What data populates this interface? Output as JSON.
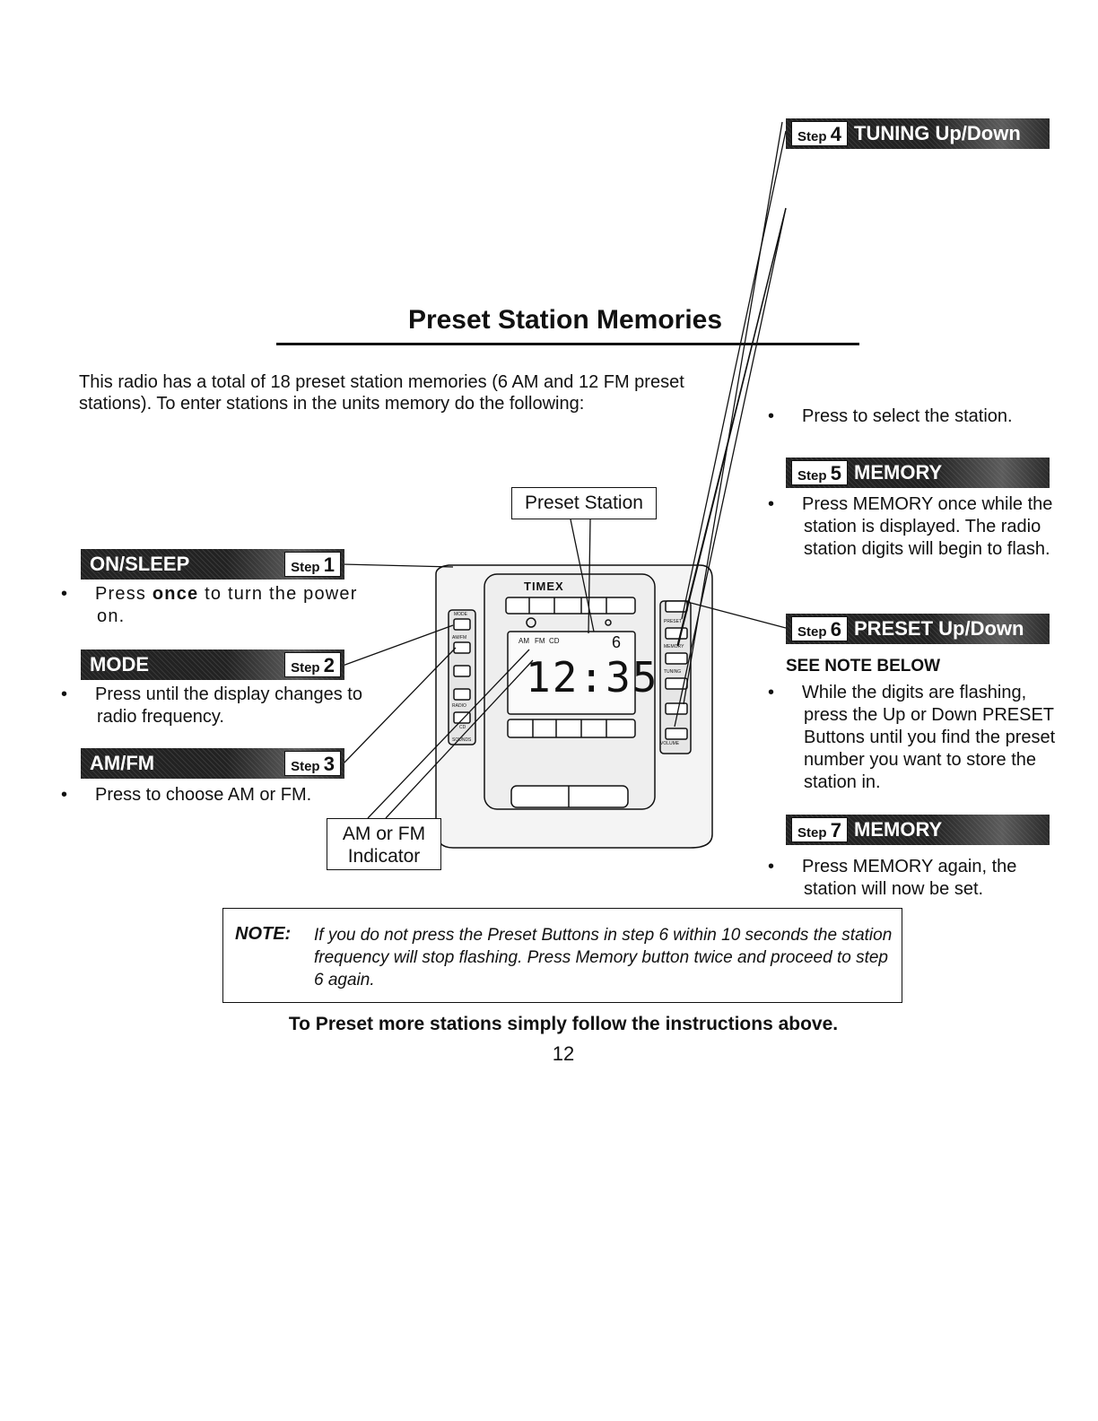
{
  "page": {
    "title": "Preset Station Memories",
    "intro": "This radio has a total of 18 preset station memories (6 AM and 12 FM preset stations). To enter stations in the units memory do the following:",
    "page_number": "12",
    "footer": "To Preset more stations simply follow the instructions above."
  },
  "steps": {
    "step1": {
      "badge": "Step",
      "num": "1",
      "label": "ON/SLEEP"
    },
    "step2": {
      "badge": "Step",
      "num": "2",
      "label": "MODE",
      "text": "Press until the display changes to radio frequency."
    },
    "step3": {
      "badge": "Step",
      "num": "3",
      "label": "AM/FM",
      "text": "Press to choose AM or FM."
    },
    "step4": {
      "badge": "Step",
      "num": "4",
      "label": "TUNING Up/Down",
      "text": "Press to select the station."
    },
    "step5": {
      "badge": "Step",
      "num": "5",
      "label": "MEMORY",
      "text": "Press MEMORY once while the station is displayed. The radio station digits will begin to flash."
    },
    "step6": {
      "badge": "Step",
      "num": "6",
      "label": "PRESET Up/Down",
      "subhead": "SEE NOTE BELOW",
      "text": "While the digits are flashing, press the Up or Down PRESET Buttons until you find the preset number you want to store the station in."
    },
    "step7": {
      "badge": "Step",
      "num": "7",
      "label": "MEMORY",
      "text": "Press MEMORY again, the station will now be set."
    }
  },
  "step1_text": {
    "pre": "Press ",
    "bold": "once",
    "post": " to turn the power on."
  },
  "callouts": {
    "preset": "Preset Station",
    "amfm_line1": "AM or FM",
    "amfm_line2": "Indicator"
  },
  "device": {
    "brand": "TIMEX",
    "display_time": "12:35",
    "display_preset": "6",
    "ind_am": "AM",
    "ind_fm": "FM",
    "ind_cd": "CD",
    "lbl_mode": "MODE",
    "lbl_amfm": "AM/FM",
    "lbl_radio": "RADIO",
    "lbl_cd": "CD",
    "lbl_sounds": "SOUNDS",
    "lbl_preset": "PRESET",
    "lbl_memory": "MEMORY",
    "lbl_tuning": "TUNING",
    "lbl_volume": "VOLUME"
  },
  "note": {
    "label": "NOTE:",
    "text": "If you do not press the Preset Buttons in step 6 within 10 seconds the station frequency will stop flashing. Press Memory button twice and proceed to step 6 again."
  }
}
